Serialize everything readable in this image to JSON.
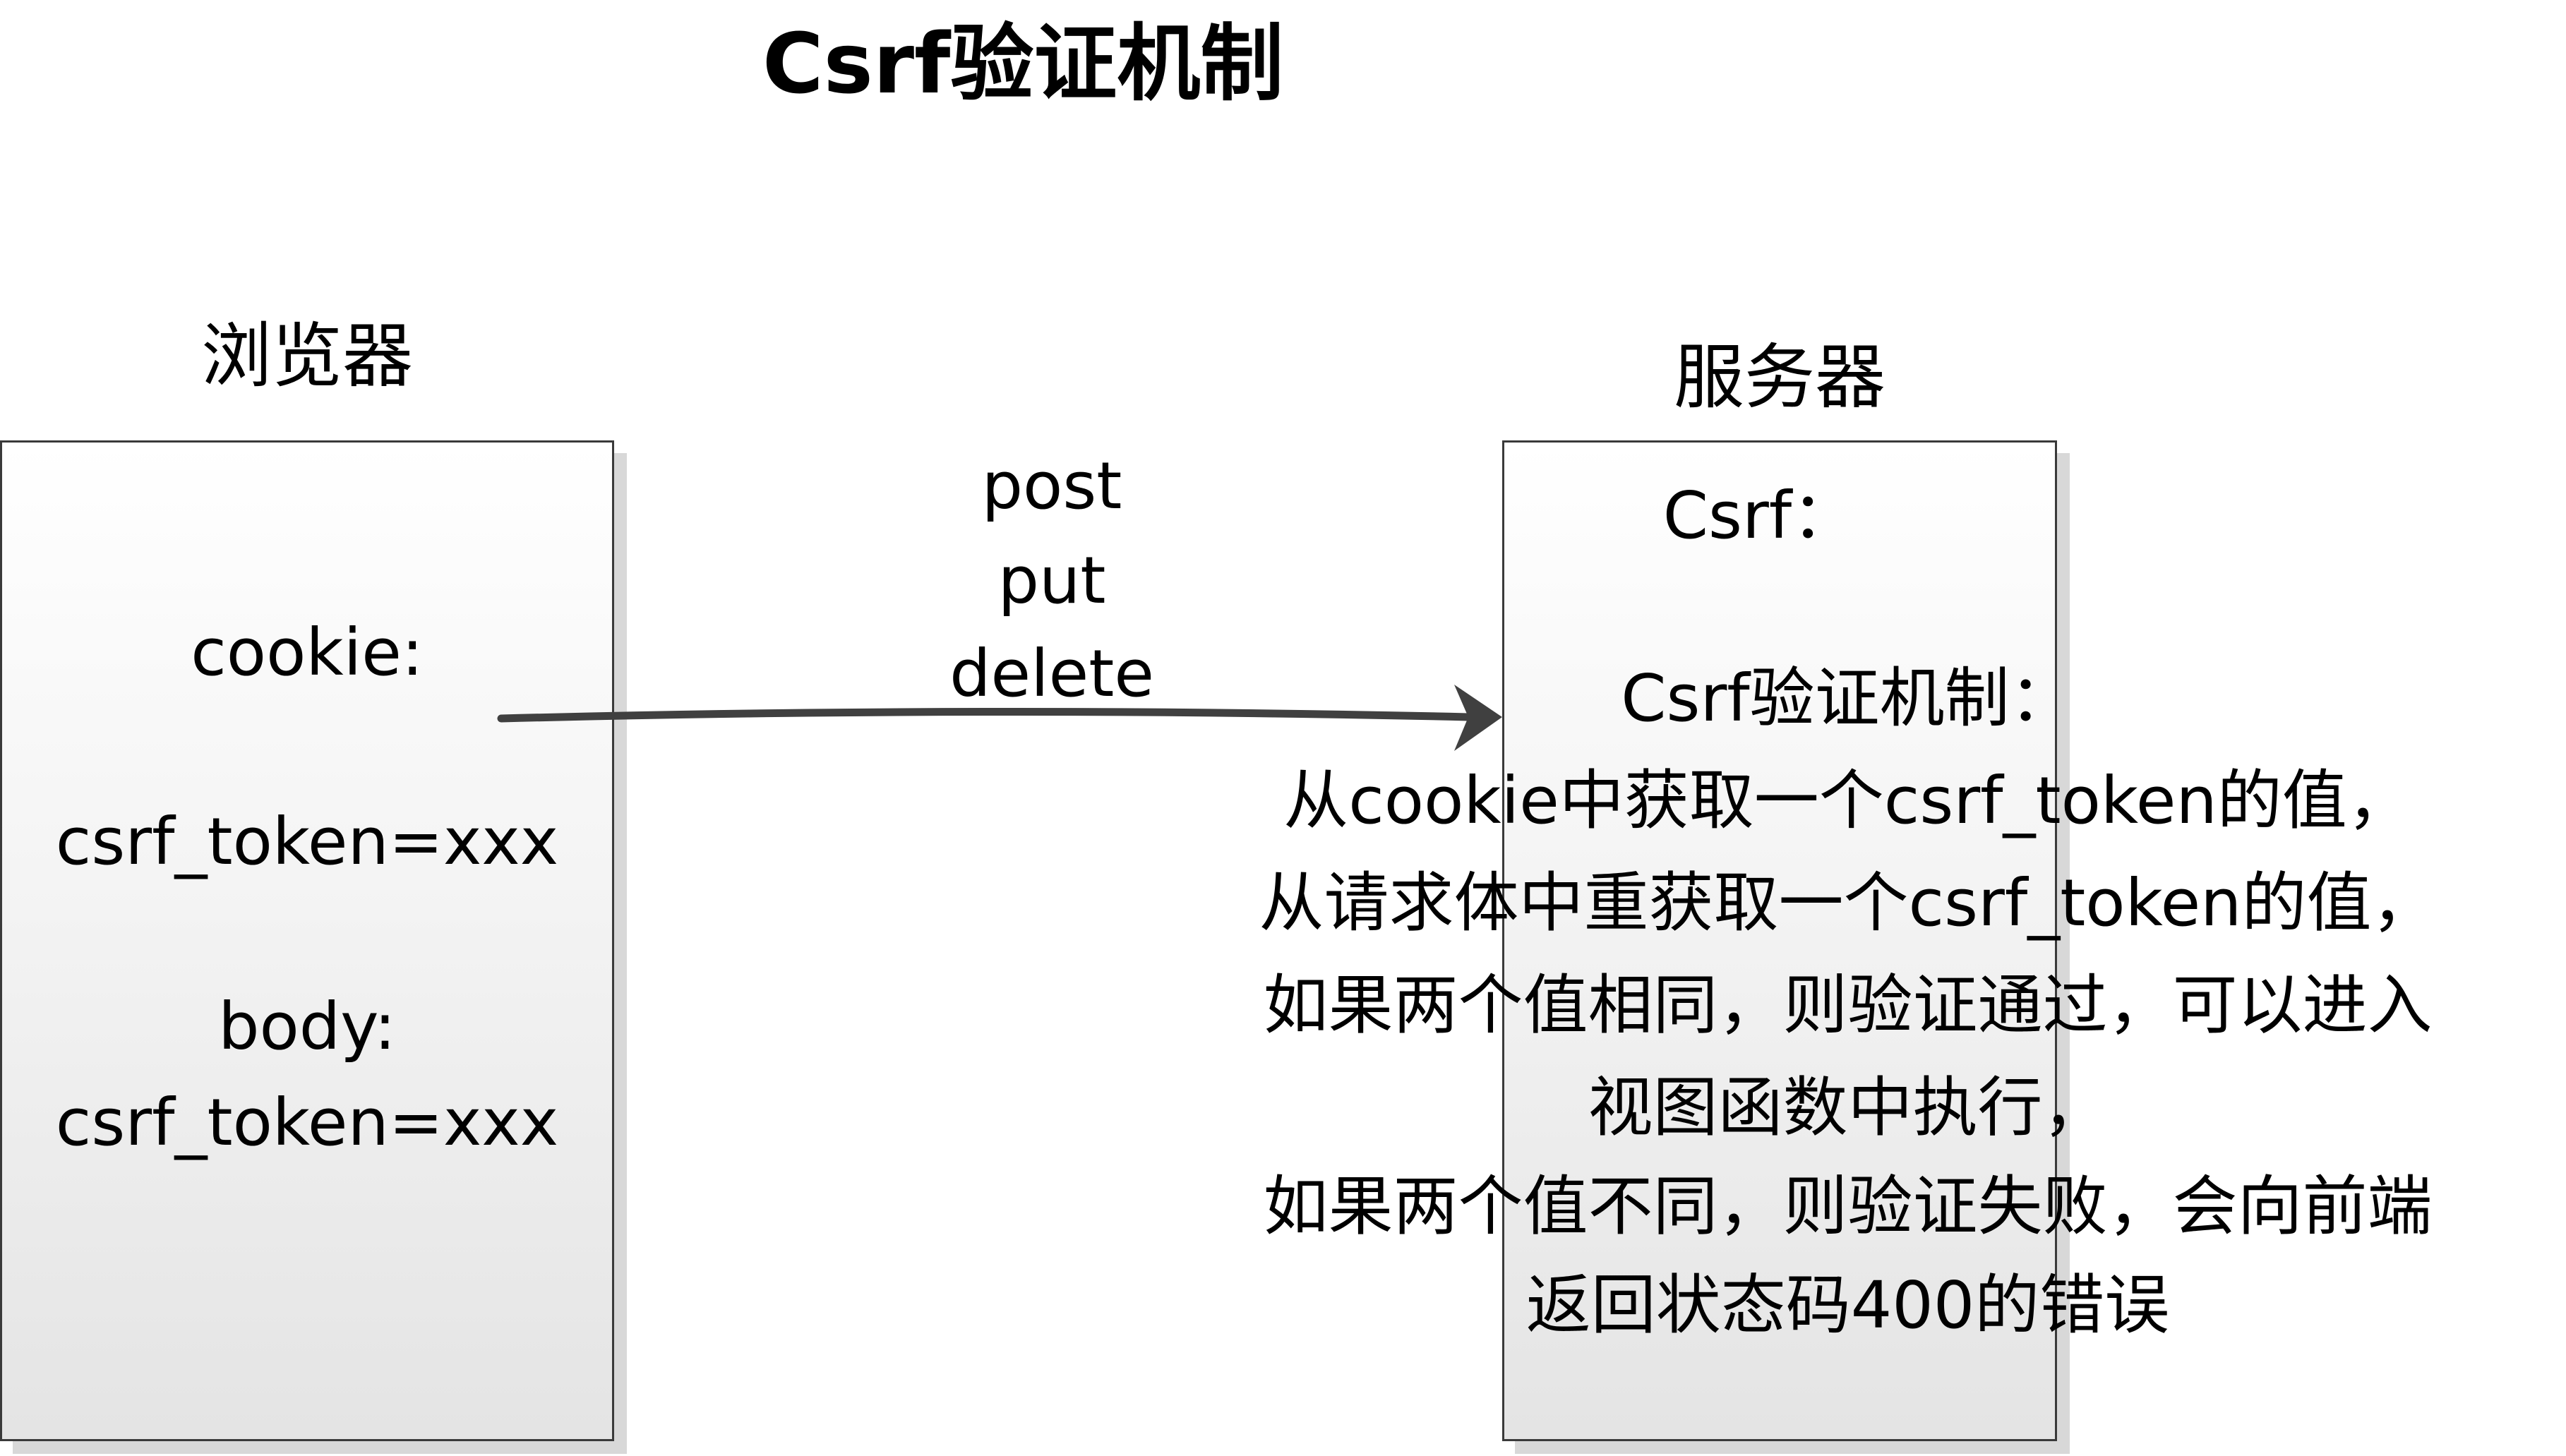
{
  "title": "Csrf验证机制",
  "browser": {
    "label": "浏览器",
    "lines": [
      "cookie:",
      "csrf_token=xxx",
      "body:",
      "csrf_token=xxx"
    ]
  },
  "methods": [
    "post",
    "put",
    "delete"
  ],
  "server": {
    "label": "服务器",
    "heading": "Csrf：",
    "lines": [
      "Csrf验证机制：",
      "从cookie中获取一个csrf_token的值，",
      "从请求体中重获取一个csrf_token的值，",
      "如果两个值相同，则验证通过，可以进入",
      "视图函数中执行，",
      "如果两个值不同，则验证失败，会向前端",
      "返回状态码400的错误"
    ]
  }
}
